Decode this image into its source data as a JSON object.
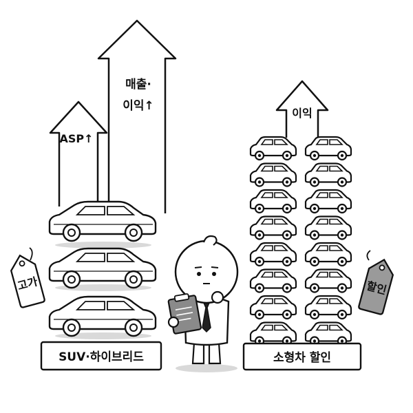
{
  "left_group": {
    "asp_arrow_label": "ASP↑",
    "sales_arrow_label_line1": "매출·",
    "sales_arrow_label_line2": "이익↑",
    "price_tag": "고가",
    "base_label": "SUV·하이브리드",
    "car_count": 3
  },
  "right_group": {
    "profit_arrow_label": "이익",
    "price_tag": "할인",
    "base_label": "소형차 할인",
    "car_columns": 2,
    "car_rows": 8
  },
  "colors": {
    "stroke": "#111111",
    "car_fill": "#ffffff",
    "shadow": "#d9d9d9",
    "clipboard": "#8a8a8a",
    "tag_dark": "#9a9a9a",
    "tie": "#222222"
  }
}
